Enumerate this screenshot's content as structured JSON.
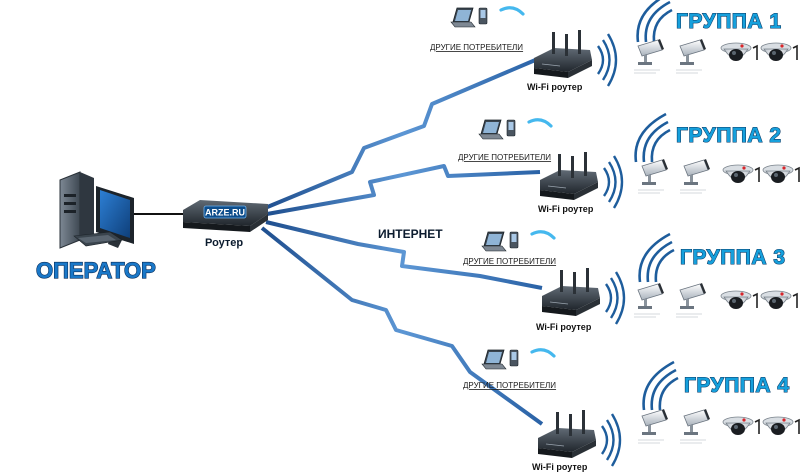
{
  "operator": {
    "label": "ОПЕРАТОР"
  },
  "router": {
    "label": "Роутер",
    "brand": "ARZE.RU"
  },
  "internet": {
    "label": "ИНТЕРНЕТ"
  },
  "groups": [
    {
      "title": "ГРУППА 1",
      "wifi_label": "Wi-Fi роутер",
      "consumers_label": "ДРУГИЕ ПОТРЕБИТЕЛИ"
    },
    {
      "title": "ГРУППА 2",
      "wifi_label": "Wi-Fi роутер",
      "consumers_label": "ДРУГИЕ ПОТРЕБИТЕЛИ"
    },
    {
      "title": "ГРУППА 3",
      "wifi_label": "Wi-Fi роутер",
      "consumers_label": "ДРУГИЕ ПОТРЕБИТЕЛИ"
    },
    {
      "title": "ГРУППА 4",
      "wifi_label": "Wi-Fi роутер",
      "consumers_label": "ДРУГИЕ ПОТРЕБИТЕЛИ"
    }
  ],
  "colors": {
    "link": "#4a86c6",
    "wave": "#1e5d9c",
    "accent": "#16a0dc",
    "dome_led": "#d8262b"
  },
  "icons": [
    "computer-icon",
    "router-icon",
    "wifi-router-icon",
    "laptop-icon",
    "phone-icon",
    "bullet-camera-icon",
    "dome-camera-icon",
    "wireless-waves-icon"
  ]
}
